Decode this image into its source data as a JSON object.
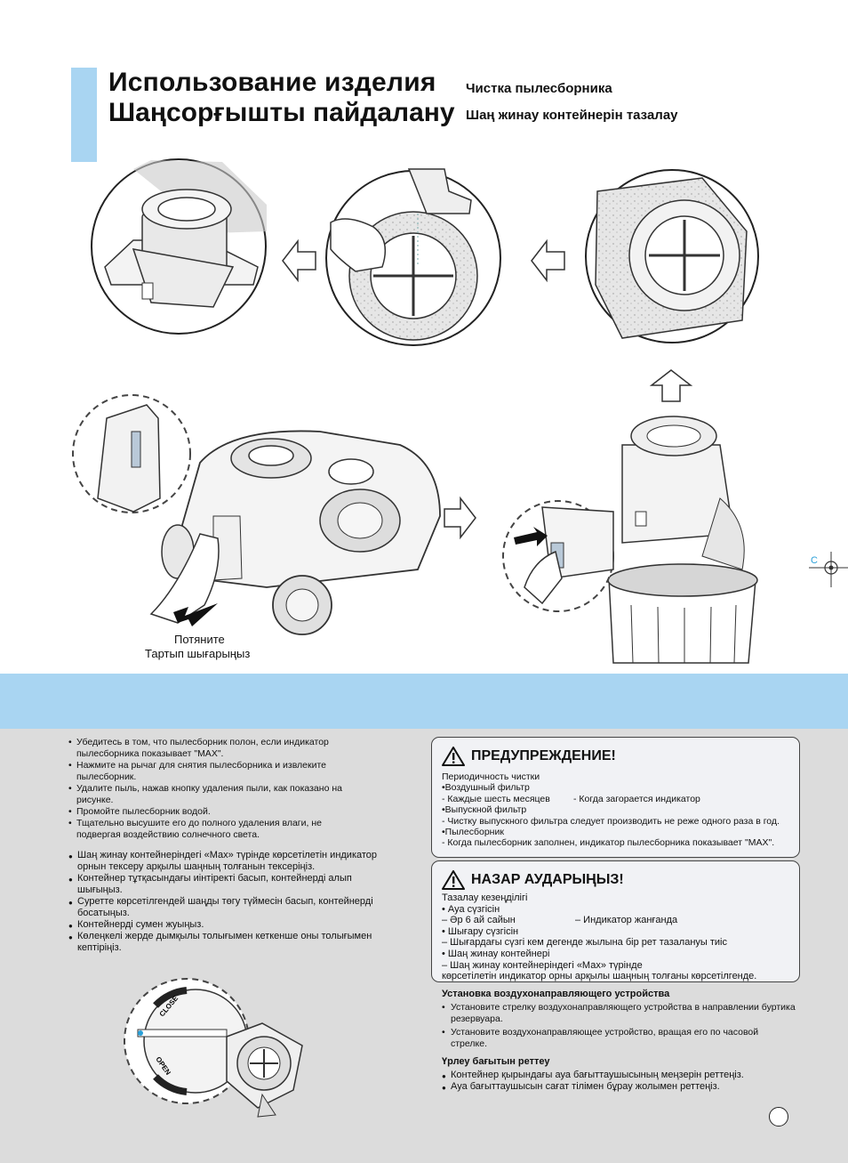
{
  "header": {
    "title_ru": "Использование изделия",
    "title_kk": "Шаңсорғышты пайдалану",
    "subtitle_ru": "Чистка пылесборника",
    "subtitle_kk": "Шаң жинау контейнерін тазалау"
  },
  "figure": {
    "pull_ru": "Потяните",
    "pull_kk": "Тартып шығарыңыз",
    "dial_close": "CLOSE",
    "dial_open": "OPEN",
    "crop_mark": "C"
  },
  "instructions_ru": [
    "Убедитесь в том, что пылесборник полон, если индикатор пылесборника показывает \"MAX\".",
    "Нажмите на рычаг для снятия пылесборника и извлеките пылесборник.",
    "Удалите пыль, нажав кнопку удаления пыли, как показано на рисунке.",
    "Промойте пылесборник водой.",
    "Тщательно высушите его до полного удаления влаги, не подвергая воздействию солнечного света."
  ],
  "instructions_kk": [
    "Шаң жинау контейнеріндегі «Мах» түрінде көрсетілетін индикатор орнын тексеру арқылы шаңның толғанын тексеріңіз.",
    "Контейнер тұтқасындағы иінтіректі басып, контейнерді алып шығыңыз.",
    "Суретте көрсетілгендей шаңды төгу түймесін басып, контейнерді босатыңыз.",
    "Контейнерді сумен жуыңыз.",
    "Көлеңкелі жерде дымқылы толығымен кеткенше оны толығымен кептіріңіз."
  ],
  "warning_ru": {
    "title": "ПРЕДУПРЕЖДЕНИЕ!",
    "lines": [
      "Периодичность чистки",
      "•Воздушный фильтр",
      " - Каждые шесть месяцев",
      "•Выпускной фильтр",
      " - Чистку выпускного фильтра следует производить не реже одного раза в год.",
      "•Пылесборник",
      "- Когда пылесборник заполнен, индикатор пылесборника показывает \"MAX\"."
    ],
    "aside": "- Когда загорается индикатор"
  },
  "warning_kk": {
    "title": "НАЗАР АУДАРЫҢЫЗ!",
    "lines": [
      "Тазалау кезеңділігі",
      "• Ауа сүзгісін",
      "– Әр 6 ай сайын",
      "• Шығару сүзгісін",
      "– Шығардағы сүзгі кем дегенде жылына бір рет тазалануы тиіс",
      "• Шаң жинау контейнері",
      "– Шаң жинау контейнеріндегі «Мах» түрінде",
      "көрсетілетін индикатор орны арқылы шаңның толғаны көрсетілгенде."
    ],
    "aside": "– Индикатор жанғанда"
  },
  "airguide_ru": {
    "title": "Установка воздухонаправляющего устройства",
    "items": [
      "Установите стрелку воздухонаправляющего устройства в направлении буртика резервуара.",
      "Установите воздухонаправляющее устройство, вращая его по часовой стрелке."
    ]
  },
  "airguide_kk": {
    "title": "Үрлеу бағытын реттеу",
    "items": [
      "Контейнер қырындағы ауа бағыттаушысының меңзерін реттеңіз.",
      "Ауа бағыттаушысын сағат тілімен бұрау жолымен реттеңіз."
    ]
  },
  "colors": {
    "accent_blue": "#a9d5f2",
    "panel_grey": "#dcdcdc",
    "warning_bg": "#f1f2f5"
  }
}
